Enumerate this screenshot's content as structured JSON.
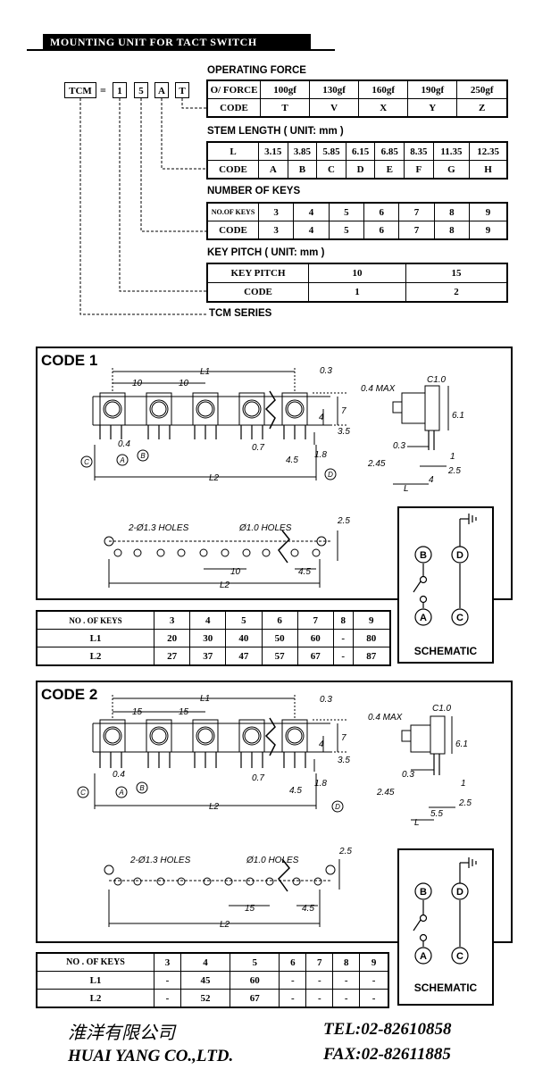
{
  "header": {
    "title": "MOUNTING UNIT FOR TACT SWITCH"
  },
  "part_code": {
    "prefix": "TCM",
    "equals": "=",
    "boxes": [
      "1",
      "5",
      "A",
      "T"
    ],
    "series_label": "TCM SERIES"
  },
  "operating_force": {
    "title": "OPERATING FORCE",
    "row1": [
      "O/ FORCE",
      "100gf",
      "130gf",
      "160gf",
      "190gf",
      "250gf"
    ],
    "row2": [
      "CODE",
      "T",
      "V",
      "X",
      "Y",
      "Z"
    ]
  },
  "stem_length": {
    "title": "STEM LENGTH ( UNIT: mm )",
    "row1": [
      "L",
      "3.15",
      "3.85",
      "5.85",
      "6.15",
      "6.85",
      "8.35",
      "11.35",
      "12.35"
    ],
    "row2": [
      "CODE",
      "A",
      "B",
      "C",
      "D",
      "E",
      "F",
      "G",
      "H"
    ]
  },
  "number_of_keys": {
    "title": "NUMBER OF KEYS",
    "row1": [
      "NO.OF KEYS",
      "3",
      "4",
      "5",
      "6",
      "7",
      "8",
      "9"
    ],
    "row2": [
      "CODE",
      "3",
      "4",
      "5",
      "6",
      "7",
      "8",
      "9"
    ]
  },
  "key_pitch": {
    "title": "KEY PITCH ( UNIT: mm )",
    "row1": [
      "KEY PITCH",
      "10",
      "15"
    ],
    "row2": [
      "CODE",
      "1",
      "2"
    ]
  },
  "code1": {
    "title": "CODE 1",
    "dims": {
      "l1": "L1",
      "l2": "L2",
      "pitch": "10",
      "d03": "0.3",
      "d04max": "0.4 MAX",
      "c10": "C1.0",
      "d61": "6.1",
      "d7": "7",
      "d4": "4",
      "d35": "3.5",
      "d07": "0.7",
      "d45": "4.5",
      "d18": "1.8",
      "d04": "0.4",
      "d245": "2.45",
      "d1": "1",
      "d25": "2.5",
      "dL": "L",
      "holes13": "2-Ø1.3 HOLES",
      "holes10": "Ø1.0 HOLES",
      "bottom_gap": "4"
    },
    "markers": [
      "C",
      "A",
      "B",
      "D"
    ],
    "table": {
      "head": [
        "NO . OF KEYS",
        "3",
        "4",
        "5",
        "6",
        "7",
        "8",
        "9"
      ],
      "rows": [
        [
          "L1",
          "20",
          "30",
          "40",
          "50",
          "60",
          "-",
          "80"
        ],
        [
          "L2",
          "27",
          "37",
          "47",
          "57",
          "67",
          "-",
          "87"
        ]
      ]
    },
    "schematic_label": "SCHEMATIC"
  },
  "code2": {
    "title": "CODE 2",
    "dims": {
      "l1": "L1",
      "l2": "L2",
      "pitch": "15",
      "d03": "0.3",
      "d04max": "0.4 MAX",
      "c10": "C1.0",
      "d61": "6.1",
      "d7": "7",
      "d4": "4",
      "d35": "3.5",
      "d07": "0.7",
      "d45": "4.5",
      "d18": "1.8",
      "d04": "0.4",
      "d245": "2.45",
      "d1": "1",
      "d25": "2.5",
      "dL": "L",
      "holes13": "2-Ø1.3 HOLES",
      "holes10": "Ø1.0 HOLES",
      "bottom_gap": "5.5"
    },
    "markers": [
      "C",
      "A",
      "B",
      "D"
    ],
    "table": {
      "head": [
        "NO . OF  KEYS",
        "3",
        "4",
        "5",
        "6",
        "7",
        "8",
        "9"
      ],
      "rows": [
        [
          "L1",
          "-",
          "45",
          "60",
          "-",
          "-",
          "-",
          "-"
        ],
        [
          "L2",
          "-",
          "52",
          "67",
          "-",
          "-",
          "-",
          "-"
        ]
      ]
    },
    "schematic_label": "SCHEMATIC"
  },
  "schematic_nodes": [
    "B",
    "D",
    "A",
    "C"
  ],
  "footer": {
    "company_cn": "淮洋有限公司",
    "company_en": "HUAI YANG CO.,LTD.",
    "tel": "TEL:02-82610858",
    "fax": "FAX:02-82611885"
  }
}
